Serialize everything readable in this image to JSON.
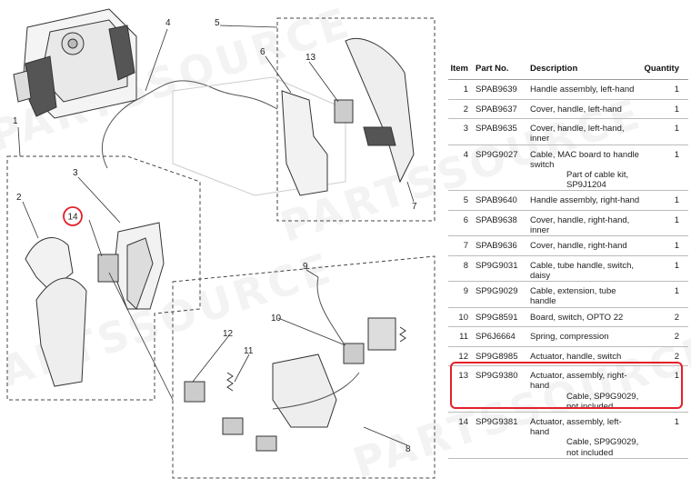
{
  "watermark": "PARTSSOURCE",
  "diagram": {
    "callouts": [
      "1",
      "2",
      "3",
      "4",
      "5",
      "6",
      "7",
      "8",
      "9",
      "10",
      "11",
      "12",
      "13",
      "14"
    ],
    "highlighted_callout": "14",
    "highlight_color": "#e3202a"
  },
  "table": {
    "headers": {
      "item": "Item",
      "part": "Part No.",
      "desc": "Description",
      "qty": "Quantity"
    },
    "rows": [
      {
        "item": "1",
        "part": "SPAB9639",
        "desc": "Handle assembly, left-hand",
        "sub": "",
        "qty": "1"
      },
      {
        "item": "2",
        "part": "SPAB9637",
        "desc": "Cover, handle, left-hand",
        "sub": "",
        "qty": "1"
      },
      {
        "item": "3",
        "part": "SPAB9635",
        "desc": "Cover, handle, left-hand, inner",
        "sub": "",
        "qty": "1"
      },
      {
        "item": "4",
        "part": "SP9G9027",
        "desc": "Cable, MAC board to handle switch",
        "sub": "Part of cable kit, SP9J1204",
        "qty": "1"
      },
      {
        "item": "5",
        "part": "SPAB9640",
        "desc": "Handle assembly, right-hand",
        "sub": "",
        "qty": "1"
      },
      {
        "item": "6",
        "part": "SPAB9638",
        "desc": "Cover, handle, right-hand, inner",
        "sub": "",
        "qty": "1"
      },
      {
        "item": "7",
        "part": "SPAB9636",
        "desc": "Cover, handle, right-hand",
        "sub": "",
        "qty": "1"
      },
      {
        "item": "8",
        "part": "SP9G9031",
        "desc": "Cable, tube handle, switch, daisy",
        "sub": "",
        "qty": "1"
      },
      {
        "item": "9",
        "part": "SP9G9029",
        "desc": "Cable, extension, tube handle",
        "sub": "",
        "qty": "1"
      },
      {
        "item": "10",
        "part": "SP9G8591",
        "desc": "Board, switch, OPTO 22",
        "sub": "",
        "qty": "2"
      },
      {
        "item": "11",
        "part": "SP6J6664",
        "desc": "Spring, compression",
        "sub": "",
        "qty": "2"
      },
      {
        "item": "12",
        "part": "SP9G8985",
        "desc": "Actuator, handle, switch",
        "sub": "",
        "qty": "2"
      },
      {
        "item": "13",
        "part": "SP9G9380",
        "desc": "Actuator, assembly, right-hand",
        "sub": "Cable, SP9G9029, not included",
        "qty": "1"
      },
      {
        "item": "14",
        "part": "SP9G9381",
        "desc": "Actuator, assembly, left-hand",
        "sub": "Cable, SP9G9029, not included",
        "qty": "1"
      }
    ]
  }
}
